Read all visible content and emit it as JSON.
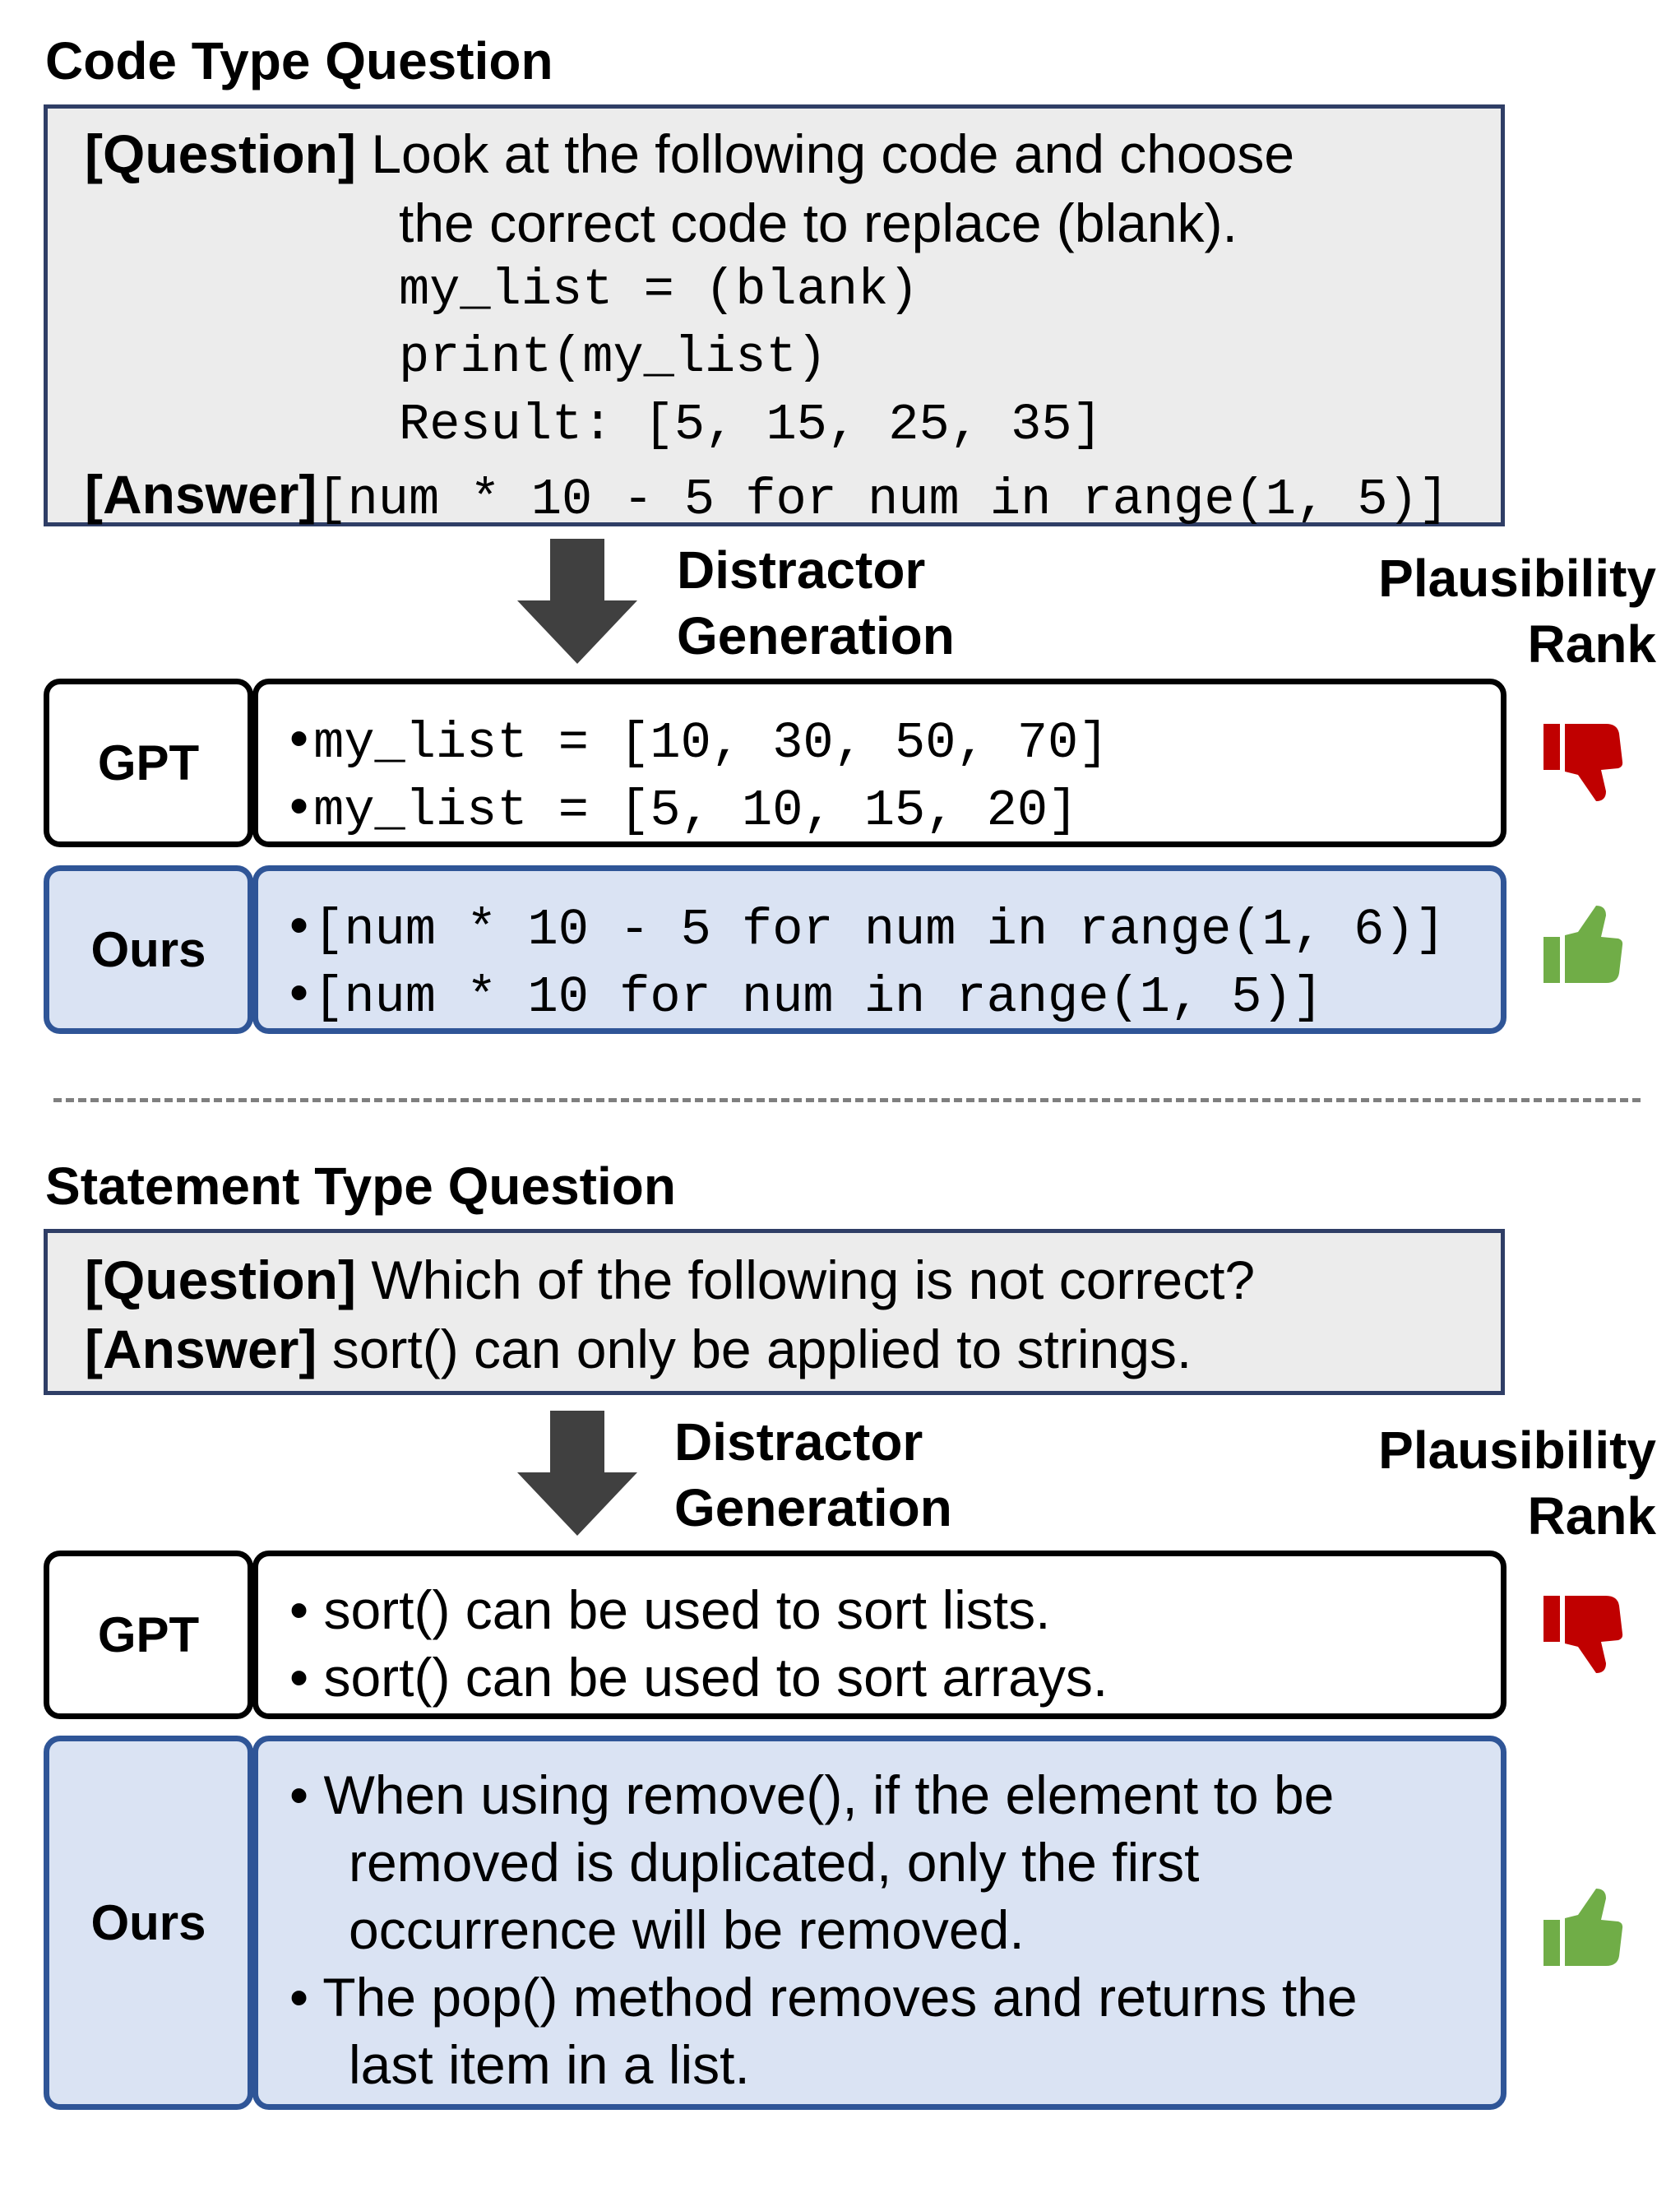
{
  "colors": {
    "question_bg": "#ececec",
    "question_border": "#2f3e66",
    "ours_bg": "#dae3f3",
    "ours_border": "#2f5597",
    "arrow": "#404040",
    "thumbs_down": "#c00000",
    "thumbs_up": "#70ad47",
    "divider": "#7f7f7f"
  },
  "code_section": {
    "title": "Code Type Question",
    "question_tag": "[Question]",
    "question_line1": "Look at the following code and choose",
    "question_line2": "the correct code to replace (blank).",
    "code_line1": "my_list = (blank)",
    "code_line2": "print(my_list)",
    "code_line3": "Result: [5, 15, 25, 35]",
    "answer_tag": "[Answer]",
    "answer_code": "[num * 10 - 5 for num in range(1, 5)]",
    "step_line1": "Distractor",
    "step_line2": "Generation",
    "rank_line1": "Plausibility",
    "rank_line2": "Rank",
    "gpt_label": "GPT",
    "gpt_items": [
      "my_list = [10, 30, 50, 70]",
      "my_list = [5, 10, 15, 20]"
    ],
    "ours_label": "Ours",
    "ours_items": [
      "[num * 10 - 5 for num in range(1, 6)]",
      "[num * 10 for num in range(1, 5)]"
    ],
    "gpt_rank_icon": "thumbs-down-icon",
    "ours_rank_icon": "thumbs-up-icon"
  },
  "statement_section": {
    "title": "Statement Type Question",
    "question_tag": "[Question]",
    "question_text": "Which of the following is not correct?",
    "answer_tag": "[Answer]",
    "answer_text": "sort() can only be applied to strings.",
    "step_line1": "Distractor",
    "step_line2": "Generation",
    "rank_line1": "Plausibility",
    "rank_line2": "Rank",
    "gpt_label": "GPT",
    "gpt_items": [
      "sort() can be used to sort lists.",
      "sort() can be used to sort arrays."
    ],
    "ours_label": "Ours",
    "ours_item1_lines": [
      "When using remove(), if the element to be",
      "removed is duplicated, only the first",
      "occurrence will be removed."
    ],
    "ours_item2_lines": [
      "The pop() method removes and returns the",
      "last item in a list."
    ],
    "gpt_rank_icon": "thumbs-down-icon",
    "ours_rank_icon": "thumbs-up-icon"
  }
}
